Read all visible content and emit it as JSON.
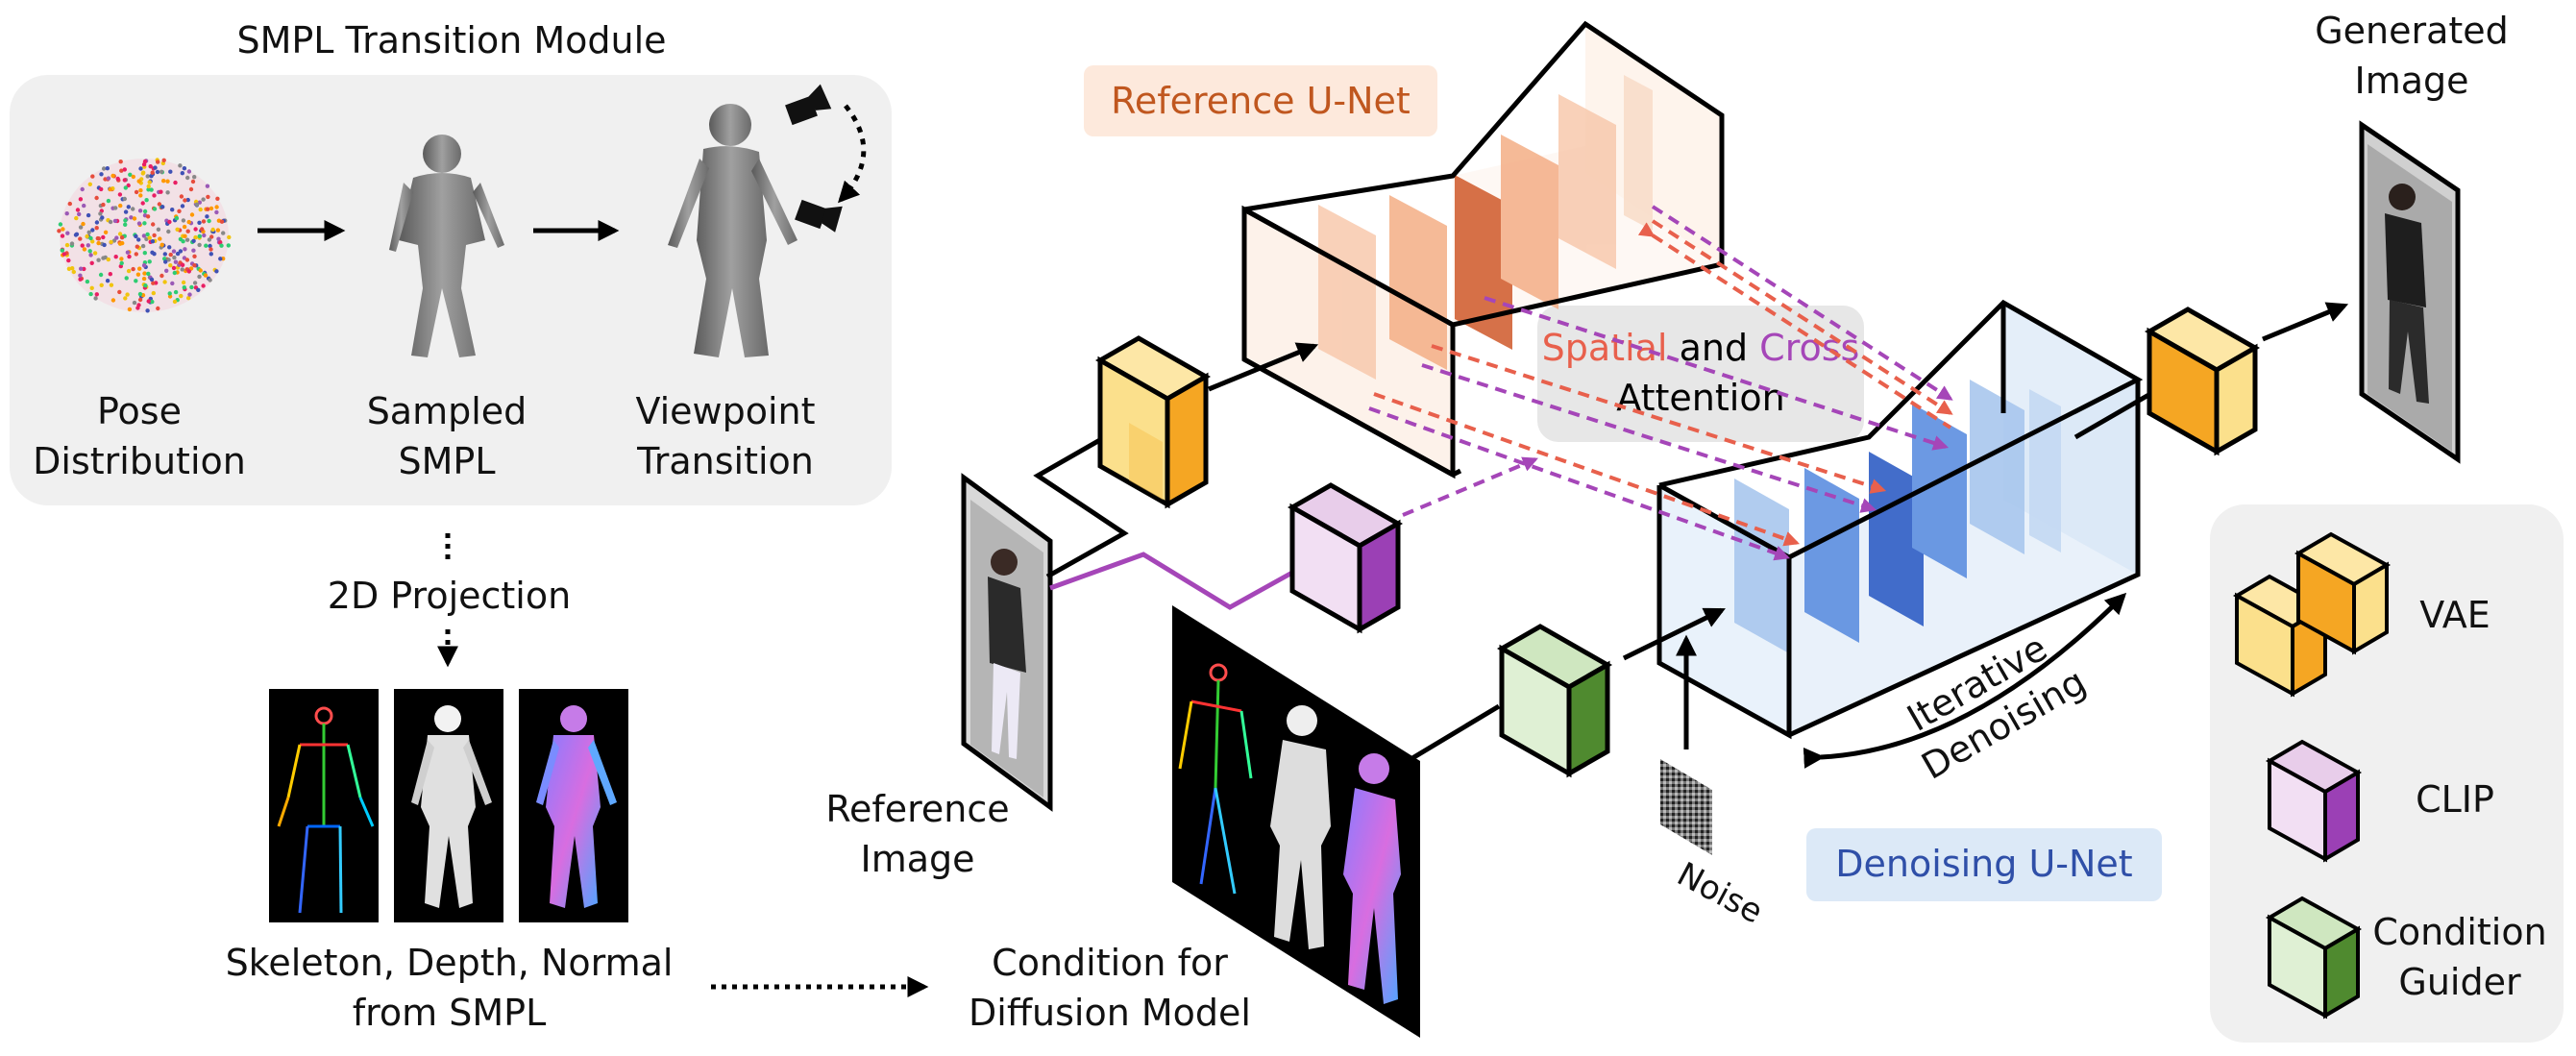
{
  "module": {
    "title": "SMPL Transition Module",
    "stages": [
      {
        "line1": "Pose",
        "line2": "Distribution"
      },
      {
        "line1": "Sampled",
        "line2": "SMPL"
      },
      {
        "line1": "Viewpoint",
        "line2": "Transition"
      }
    ]
  },
  "projection_label": "2D Projection",
  "maps_caption": {
    "line1": "Skeleton, Depth, Normal",
    "line2": "from SMPL"
  },
  "condition_caption": {
    "line1": "Condition for",
    "line2": "Diffusion Model"
  },
  "reference_caption": {
    "line1": "Reference",
    "line2": "Image"
  },
  "reference_unet_label": "Reference U-Net",
  "denoising_unet_label": "Denoising U-Net",
  "attention": {
    "spatial": "Spatial",
    "and": "and",
    "cross": "Cross",
    "line2": "Attention"
  },
  "generated_caption": {
    "line1": "Generated",
    "line2": "Image"
  },
  "noise_label": "Noise",
  "iterative": {
    "line1": "Iterative",
    "line2": "Denoising"
  },
  "legend": [
    {
      "label": "VAE",
      "icon": "vae-icon"
    },
    {
      "label": "CLIP",
      "icon": "clip-icon"
    },
    {
      "label": "Condition",
      "label2": "Guider",
      "icon": "condition-guider-icon"
    }
  ],
  "colors": {
    "reference_unet_text": "#c0571f",
    "reference_unet_bg": "#fde9dc",
    "denoising_unet_text": "#2f4fa8",
    "denoising_unet_bg": "#dce9f7",
    "spatial": "#e8604c",
    "cross": "#a546b8",
    "vae": "#f5a623",
    "clip": "#9b40b5",
    "guider": "#4f8a2f"
  }
}
